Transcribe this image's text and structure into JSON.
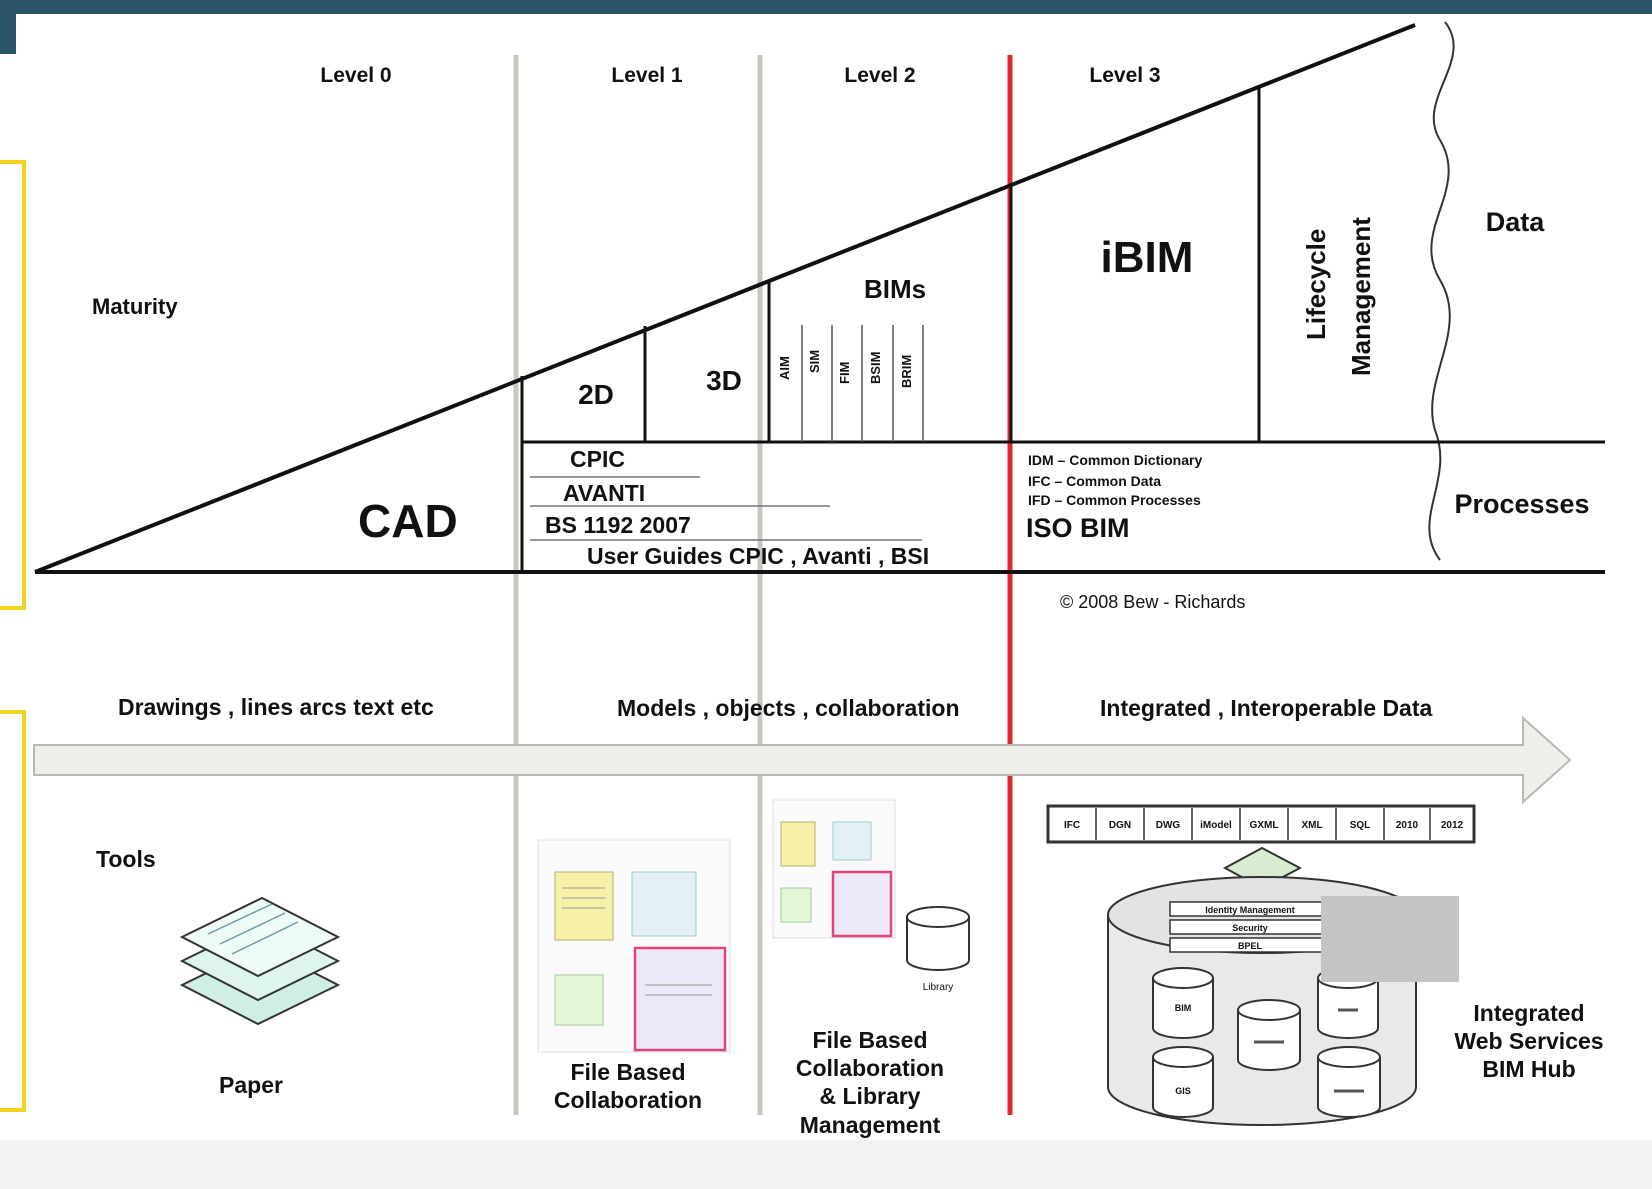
{
  "levels": [
    "Level 0",
    "Level 1",
    "Level 2",
    "Level 3"
  ],
  "rows": {
    "maturity": "Maturity",
    "tools": "Tools"
  },
  "triangle": {
    "cad": "CAD",
    "d2": "2D",
    "d3": "3D",
    "bims": "BIMs",
    "bim_types": [
      "AIM",
      "SIM",
      "FIM",
      "BSIM",
      "BRIM"
    ],
    "ibim": "iBIM",
    "lifecycle": [
      "Lifecycle",
      "Management"
    ]
  },
  "side_labels": {
    "data": "Data",
    "processes": "Processes"
  },
  "standards": {
    "cpic": "CPIC",
    "avanti": "AVANTI",
    "bs": "BS 1192  2007",
    "guides": "User Guides CPIC , Avanti , BSI",
    "idm": "IDM – Common Dictionary",
    "ifc": "IFC – Common Data",
    "ifd": "IFD – Common Processes",
    "isobim": "ISO BIM"
  },
  "copyright": "© 2008 Bew - Richards",
  "arrow_labels": {
    "drawings": "Drawings ,  lines arcs text etc",
    "models": "Models , objects , collaboration",
    "integrated": "Integrated ,  Interoperable Data"
  },
  "tools": {
    "paper": "Paper",
    "file_based": [
      "File Based",
      "Collaboration"
    ],
    "file_library": [
      "File Based",
      "Collaboration",
      "& Library",
      "Management"
    ],
    "library_label": "Library",
    "hub": [
      "Integrated",
      "Web Services",
      "BIM Hub"
    ],
    "formats": [
      "IFC",
      "DGN",
      "DWG",
      "iModel",
      "GXML",
      "XML",
      "SQL",
      "2010",
      "2012"
    ],
    "hub_layers": [
      "Identity Management",
      "Security",
      "BPEL"
    ],
    "hub_dbs": [
      "BIM",
      "",
      "",
      "GIS",
      ""
    ]
  },
  "colors": {
    "accent_red": "#e8262a",
    "bar_blue": "#2c5468",
    "bracket_yellow": "#f2d21e",
    "arrow_fill": "#efefec"
  }
}
